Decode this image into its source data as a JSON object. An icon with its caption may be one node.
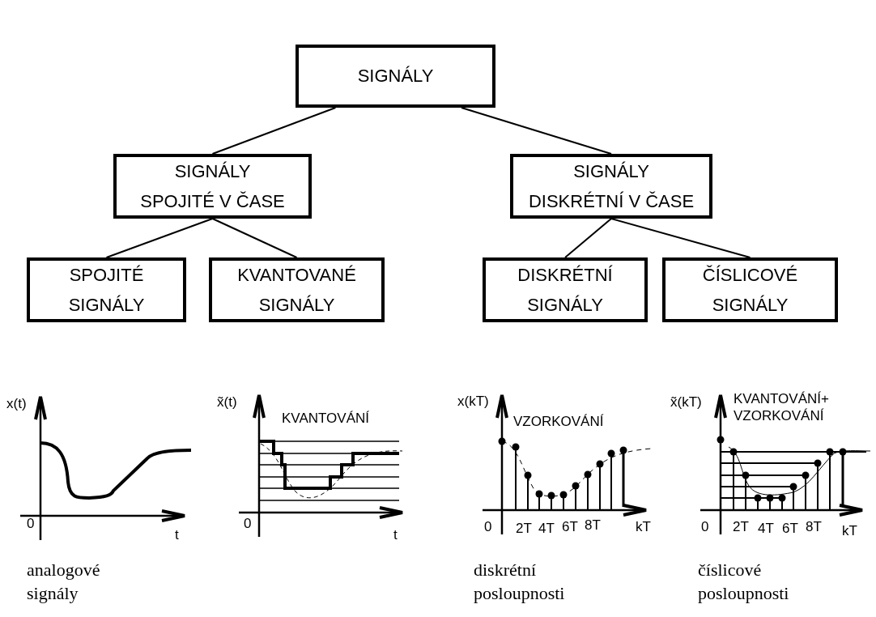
{
  "diagram": {
    "nodes": [
      {
        "text": [
          "SIGNÁLY"
        ]
      },
      {
        "text": [
          "SIGNÁLY SPOJITÉ V ČASE"
        ]
      },
      {
        "text": [
          "SIGNÁLY DISKRÉTNÍ V ČASE"
        ]
      },
      {
        "text": [
          "SPOJITÉ SIGNÁLY"
        ]
      },
      {
        "text": [
          "KVANTOVANÉ SIGNÁLY"
        ]
      },
      {
        "text": [
          "DISKRÉTNÍ SIGNÁLY"
        ]
      },
      {
        "text": [
          "ČÍSLICOVÉ SIGNÁLY"
        ]
      }
    ],
    "edges": [
      {
        "from": 0,
        "to": 1,
        "arrow": "none"
      },
      {
        "from": 0,
        "to": 2,
        "arrow": "none"
      },
      {
        "from": 1,
        "to": 3,
        "arrow": "none"
      },
      {
        "from": 1,
        "to": 4,
        "arrow": "none"
      },
      {
        "from": 2,
        "to": 5,
        "arrow": "none"
      },
      {
        "from": 2,
        "to": 6,
        "arrow": "none"
      }
    ],
    "labels": [
      "x(t)",
      "0",
      "t",
      "x̃(t)",
      "KVANTOVÁNÍ",
      "0",
      "t",
      "x(kT)",
      "VZORKOVÁNÍ",
      "0",
      "2T",
      "4T",
      "6T",
      "8T",
      "kT",
      "x̃(kT)",
      "KVANTOVÁNÍ+ VZORKOVÁNÍ",
      "0",
      "2T",
      "4T",
      "6T",
      "8T",
      "kT",
      "analogové signály",
      "diskrétní posloupnosti",
      "číslicové posloupnosti"
    ]
  }
}
